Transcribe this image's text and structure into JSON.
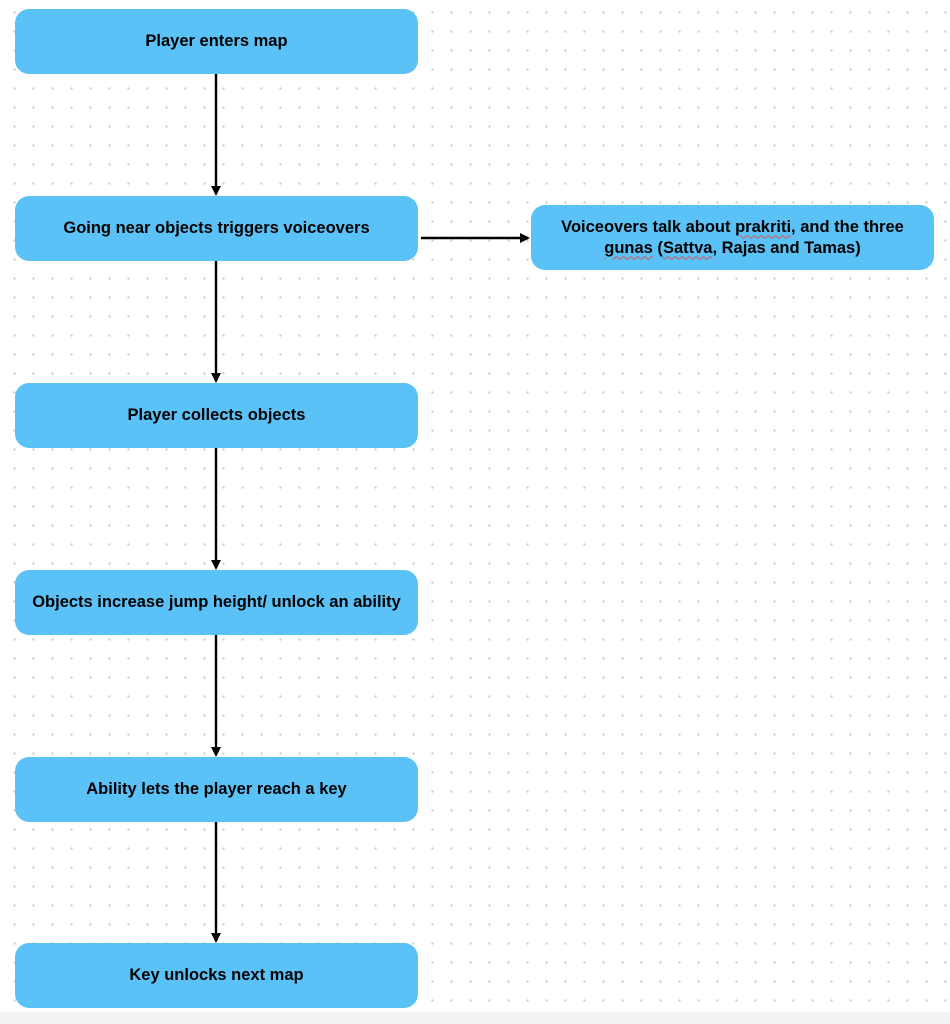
{
  "canvas": {
    "background": "#ffffff",
    "dot_color": "#c9c9c9",
    "node_color": "#5bc2f7",
    "arrow_color": "#000000"
  },
  "nodes": {
    "player_enters_map": "Player enters map",
    "going_near_objects": "Going near objects triggers voiceovers",
    "player_collects_objects": "Player collects objects",
    "objects_increase_jump": "Objects increase jump height/ unlock an ability",
    "ability_reach_key": "Ability lets the player reach a key",
    "key_unlocks_next_map": "Key unlocks next map",
    "voiceovers_note": {
      "part1": "Voiceovers talk about ",
      "word_prakriti": "prakriti",
      "part2": ", and the three ",
      "word_gunas": "gunas",
      "part3": " (",
      "word_sattva": "Sattva",
      "part4": ", Rajas and Tamas)"
    }
  },
  "edges": [
    {
      "from": "player_enters_map",
      "to": "going_near_objects"
    },
    {
      "from": "going_near_objects",
      "to": "voiceovers_note"
    },
    {
      "from": "going_near_objects",
      "to": "player_collects_objects"
    },
    {
      "from": "player_collects_objects",
      "to": "objects_increase_jump"
    },
    {
      "from": "objects_increase_jump",
      "to": "ability_reach_key"
    },
    {
      "from": "ability_reach_key",
      "to": "key_unlocks_next_map"
    }
  ]
}
